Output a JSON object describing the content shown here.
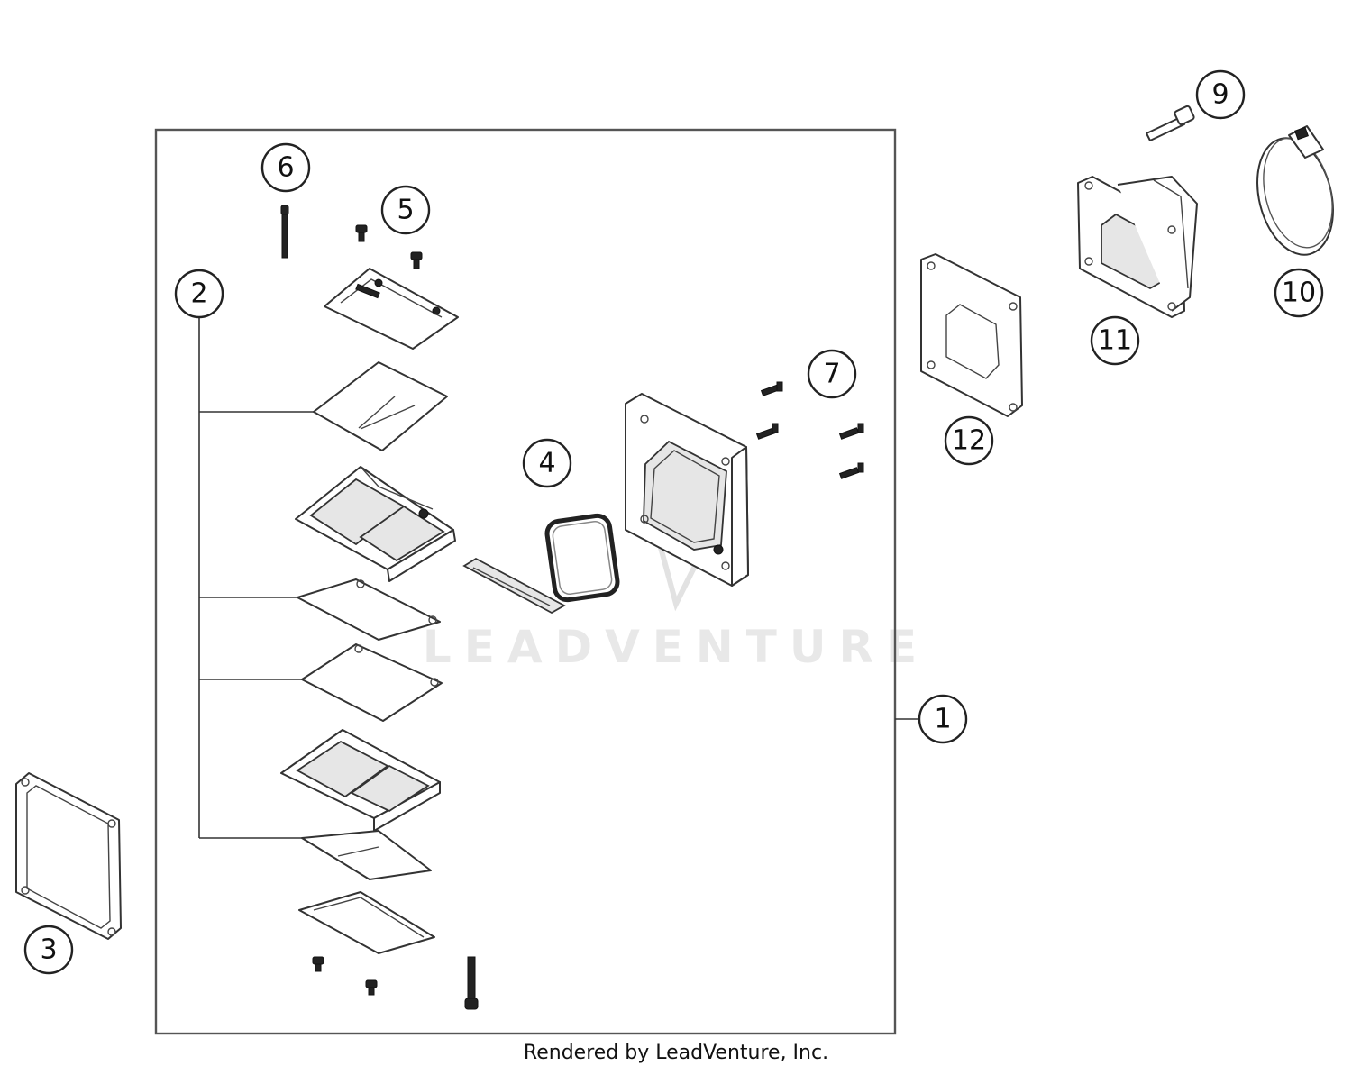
{
  "diagram": {
    "callouts": [
      {
        "label": "1"
      },
      {
        "label": "2"
      },
      {
        "label": "3"
      },
      {
        "label": "4"
      },
      {
        "label": "5"
      },
      {
        "label": "6"
      },
      {
        "label": "7"
      },
      {
        "label": "9"
      },
      {
        "label": "10"
      },
      {
        "label": "11"
      },
      {
        "label": "12"
      }
    ],
    "watermark": "LEADVENTURE",
    "footer": "Rendered by LeadVenture, Inc."
  }
}
